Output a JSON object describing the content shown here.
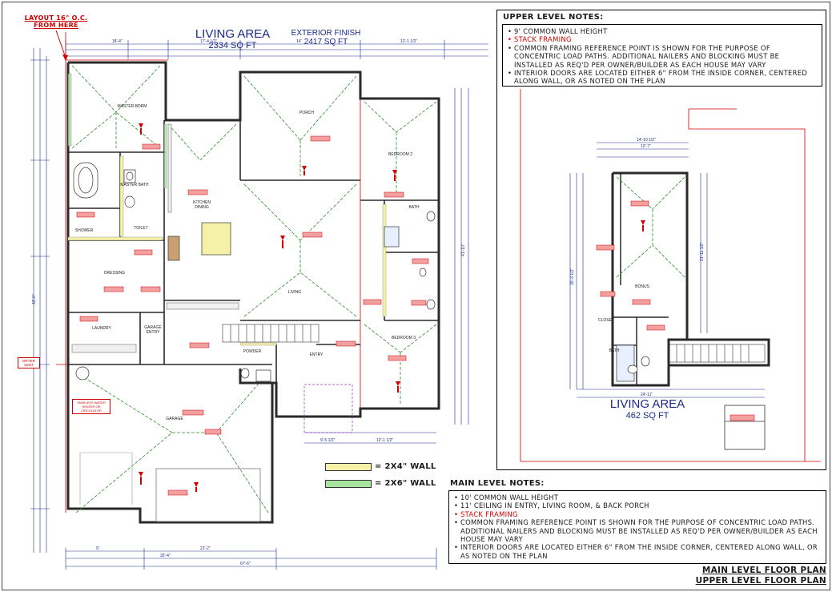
{
  "main_plan": {
    "living_area_label": "LIVING AREA",
    "living_area_value": "2334 SQ FT",
    "exterior_label": "EXTERIOR FINISH",
    "exterior_value": "2417 SQ FT",
    "layout_note_line1": "LAYOUT 16\" O.C.",
    "layout_note_line2": "FROM HERE",
    "dryer_vent": "DRYER VENT",
    "water_heater_note": "TANKLESS WATER HEATER OR CIRCULATOR"
  },
  "upper_plan": {
    "living_area_label": "LIVING AREA",
    "living_area_value": "462 SQ FT"
  },
  "legend": {
    "items": [
      {
        "label": "= 2X4\" WALL",
        "color": "#f5f2a8"
      },
      {
        "label": "= 2X6\" WALL",
        "color": "#a8e6a0"
      }
    ]
  },
  "upper_notes": {
    "title": "UPPER LEVEL NOTES:",
    "items": [
      {
        "text": "9' COMMON WALL HEIGHT",
        "red": false
      },
      {
        "text": "STACK FRAMING",
        "red": true
      },
      {
        "text": "COMMON FRAMING REFERENCE POINT IS SHOWN FOR THE PURPOSE OF CONCENTRIC LOAD PATHS. ADDITIONAL NAILERS AND BLOCKING MUST BE INSTALLED AS REQ'D PER OWNER/BUILDER AS EACH HOUSE MAY VARY",
        "red": false
      },
      {
        "text": "INTERIOR DOORS ARE LOCATED EITHER 6\" FROM THE INSIDE CORNER, CENTERED ALONG WALL, OR AS NOTED ON THE PLAN",
        "red": false
      }
    ]
  },
  "main_notes": {
    "title": "MAIN LEVEL NOTES:",
    "items": [
      {
        "text": "10' COMMON WALL HEIGHT",
        "red": false
      },
      {
        "text": "11' CEILING IN ENTRY, LIVING ROOM, & BACK PORCH",
        "red": false
      },
      {
        "text": "STACK FRAMING",
        "red": true
      },
      {
        "text": "COMMON FRAMING REFERENCE POINT IS SHOWN FOR THE PURPOSE OF CONCENTRIC LOAD PATHS. ADDITIONAL NAILERS AND BLOCKING MUST BE INSTALLED AS REQ'D PER OWNER/BUILDER AS EACH HOUSE MAY VARY",
        "red": false
      },
      {
        "text": "INTERIOR DOORS ARE LOCATED EITHER 6\" FROM THE INSIDE CORNER, CENTERED ALONG WALL, OR AS NOTED ON THE PLAN",
        "red": false
      }
    ]
  },
  "title_block": {
    "line1": "MAIN LEVEL FLOOR PLAN",
    "line2": "UPPER LEVEL FLOOR PLAN"
  },
  "rooms": {
    "master": "MASTER BDRM",
    "master_bath": "MASTER BATH",
    "shower": "SHOWER",
    "toilet": "TOILET",
    "dressing": "DRESSING",
    "laundry": "LAUNDRY",
    "garage_entry": "GARAGE ENTRY",
    "kitchen": "KITCHEN DINING",
    "porch": "PORCH",
    "living": "LIVING",
    "bedroom2": "BEDROOM 2",
    "bedroom3": "BEDROOM 3",
    "bath": "BATH",
    "powder": "POWDER",
    "entry": "ENTRY",
    "garage": "GARAGE",
    "bonus": "BONUS",
    "closet": "CLOSET",
    "up_bath": "BATH"
  },
  "colors": {
    "red_accent": "#d10000",
    "wall": "#2a2a2a",
    "dim_blue": "#1b2a8a",
    "roof_green": "#2e8b2e"
  }
}
